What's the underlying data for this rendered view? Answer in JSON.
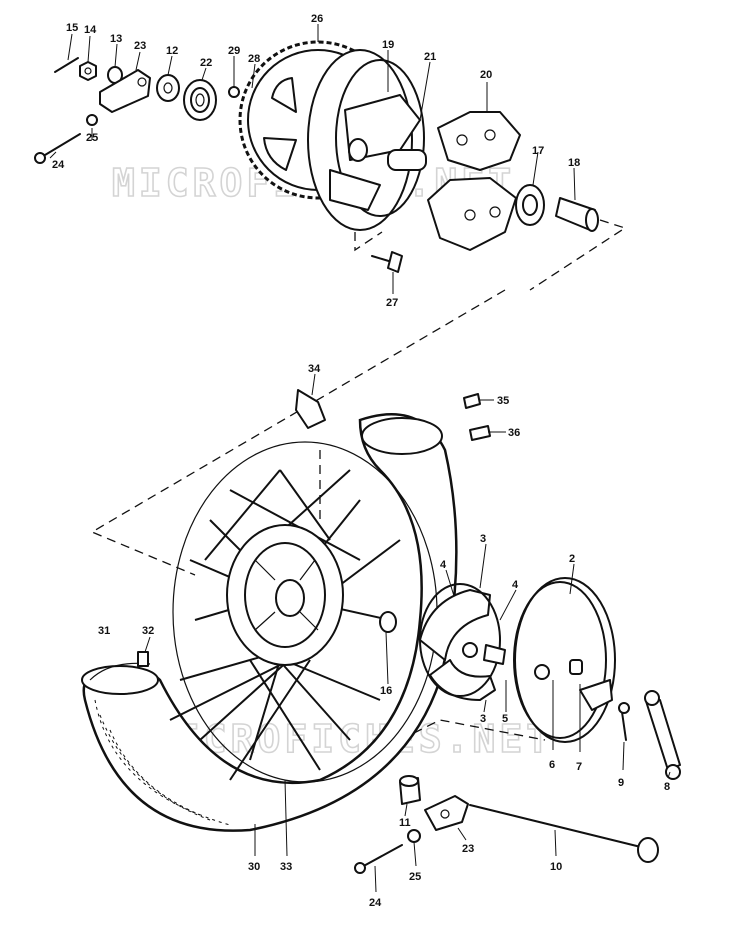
{
  "watermark": [
    "MICROFICHES.NET",
    "MICROFICHES.NET"
  ],
  "parts": [
    {
      "id": "p15",
      "label": "15"
    },
    {
      "id": "p14",
      "label": "14"
    },
    {
      "id": "p13",
      "label": "13"
    },
    {
      "id": "p23a",
      "label": "23"
    },
    {
      "id": "p12",
      "label": "12"
    },
    {
      "id": "p22",
      "label": "22"
    },
    {
      "id": "p29",
      "label": "29"
    },
    {
      "id": "p28",
      "label": "28"
    },
    {
      "id": "p26",
      "label": "26"
    },
    {
      "id": "p19",
      "label": "19"
    },
    {
      "id": "p21",
      "label": "21"
    },
    {
      "id": "p20",
      "label": "20"
    },
    {
      "id": "p17",
      "label": "17"
    },
    {
      "id": "p18",
      "label": "18"
    },
    {
      "id": "p25a",
      "label": "25"
    },
    {
      "id": "p24a",
      "label": "24"
    },
    {
      "id": "p27",
      "label": "27"
    },
    {
      "id": "p34",
      "label": "34"
    },
    {
      "id": "p35",
      "label": "35"
    },
    {
      "id": "p36",
      "label": "36"
    },
    {
      "id": "p3a",
      "label": "3"
    },
    {
      "id": "p2",
      "label": "2"
    },
    {
      "id": "p4a",
      "label": "4"
    },
    {
      "id": "p4b",
      "label": "4"
    },
    {
      "id": "p31",
      "label": "31"
    },
    {
      "id": "p32",
      "label": "32"
    },
    {
      "id": "p16",
      "label": "16"
    },
    {
      "id": "p3b",
      "label": "3"
    },
    {
      "id": "p5",
      "label": "5"
    },
    {
      "id": "p6",
      "label": "6"
    },
    {
      "id": "p7",
      "label": "7"
    },
    {
      "id": "p9",
      "label": "9"
    },
    {
      "id": "p8",
      "label": "8"
    },
    {
      "id": "p11",
      "label": "11"
    },
    {
      "id": "p23b",
      "label": "23"
    },
    {
      "id": "p10",
      "label": "10"
    },
    {
      "id": "p30",
      "label": "30"
    },
    {
      "id": "p33",
      "label": "33"
    },
    {
      "id": "p24b",
      "label": "24"
    },
    {
      "id": "p25b",
      "label": "25"
    }
  ]
}
